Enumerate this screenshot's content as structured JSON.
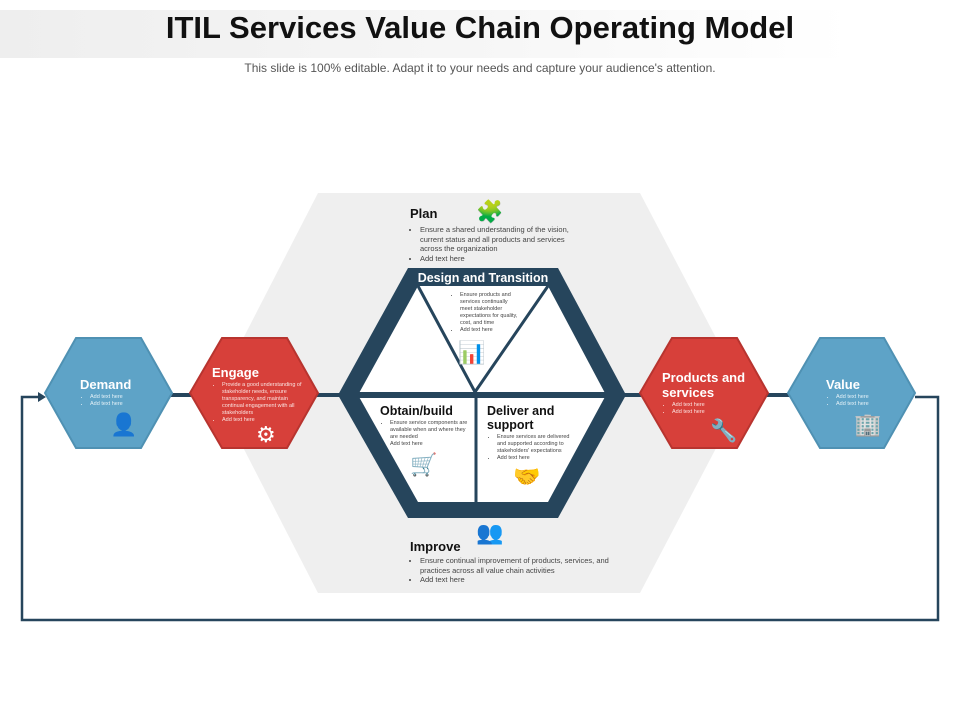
{
  "title": "ITIL Services Value Chain Operating Model",
  "subtitle": "This slide is 100% editable. Adapt it to your needs and capture your audience's attention.",
  "colors": {
    "red": "#d7403a",
    "blue": "#5ea3c7",
    "navy": "#26455c",
    "bg_hex": "#efefef"
  },
  "plan": {
    "label": "Plan",
    "bullets": [
      "Ensure a shared understanding  of the vision, current status and all products and services across the organization",
      "Add text here"
    ],
    "icon": "hands-puzzle-icon"
  },
  "design": {
    "label": "Design and Transition",
    "bullets": [
      "Ensure products and services continually meet stakeholder expectations for quality, cost, and time",
      "Add text here"
    ],
    "icon": "presentation-icon"
  },
  "obtain": {
    "label": "Obtain/build",
    "bullets": [
      "Ensure service components are available when and where they are needed",
      "Add text here"
    ],
    "icon": "cart-globe-icon"
  },
  "deliver": {
    "label": "Deliver and support",
    "bullets": [
      "Ensure services are delivered and supported according to stakeholders' expectations",
      "Add text here"
    ],
    "icon": "handshake-icon"
  },
  "improve": {
    "label": "Improve",
    "bullets": [
      "Ensure continual improvement of products, services, and practices across all value chain activities",
      "Add text here"
    ],
    "icon": "team-gear-icon"
  },
  "demand": {
    "label": "Demand",
    "bullets": [
      "Add text here",
      "Add text here"
    ],
    "icon": "person-chart-icon"
  },
  "engage": {
    "label": "Engage",
    "bullets": [
      "Provide a good understanding of stakeholder needs, ensure transparency, and maintain continual engagement with all stakeholders",
      "Add text here"
    ],
    "icon": "hand-gear-icon"
  },
  "products": {
    "label": "Products and services",
    "bullets": [
      "Add text here",
      "Add text here"
    ],
    "icon": "wrench-gear-icon"
  },
  "value": {
    "label": "Value",
    "bullets": [
      "Add text here",
      "Add text here"
    ],
    "icon": "building-icon"
  }
}
